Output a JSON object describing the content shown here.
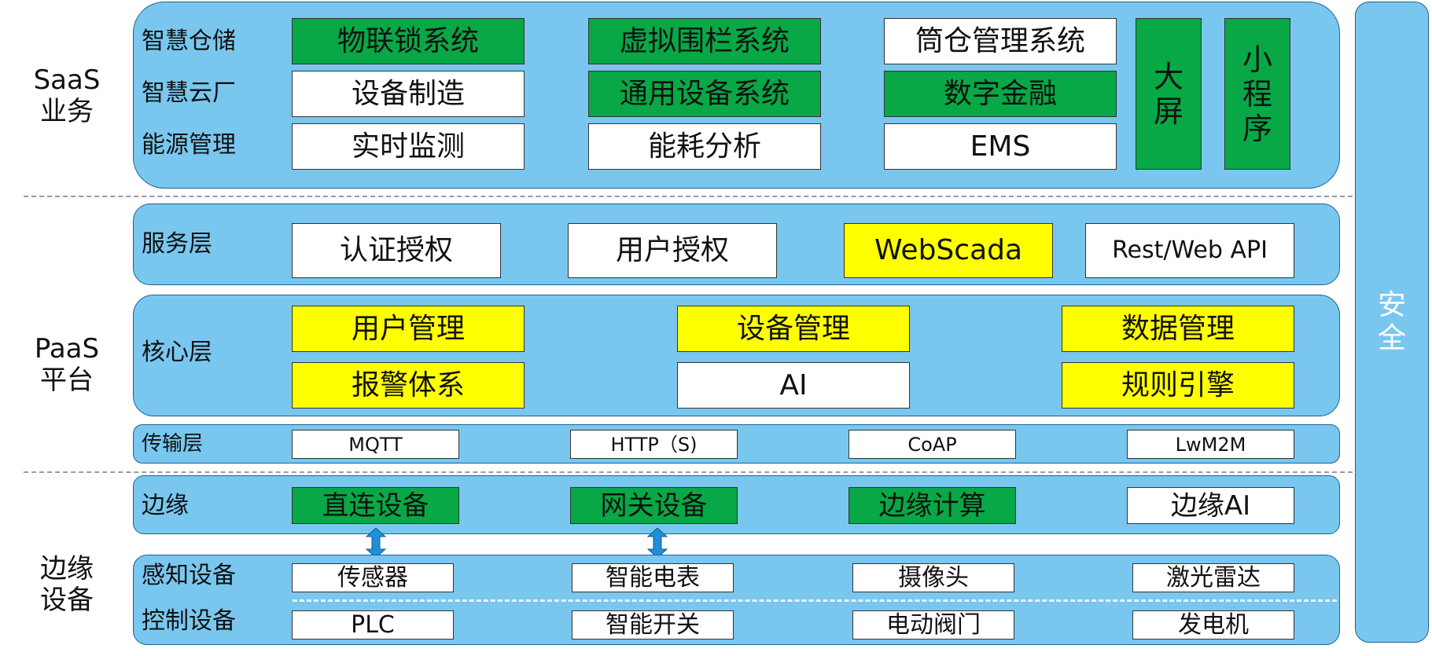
{
  "side_labels": {
    "saas": "SaaS\n业务",
    "paas": "PaaS\n平台",
    "edge": "边缘\n设备"
  },
  "saas": {
    "rows": [
      {
        "label": "智慧仓储",
        "items": [
          "物联锁系统",
          "虚拟围栏系统",
          "筒仓管理系统"
        ]
      },
      {
        "label": "智慧云厂",
        "items": [
          "设备制造",
          "通用设备系统",
          "数字金融"
        ]
      },
      {
        "label": "能源管理",
        "items": [
          "实时监测",
          "能耗分析",
          "EMS"
        ]
      }
    ],
    "big_screen": "大\n屏",
    "mini_program": "小\n程\n序"
  },
  "service_layer": {
    "label": "服务层",
    "items": [
      "认证授权",
      "用户授权",
      "WebScada",
      "Rest/Web API"
    ]
  },
  "core_layer": {
    "label": "核心层",
    "items": [
      "用户管理",
      "设备管理",
      "数据管理",
      "报警体系",
      "AI",
      "规则引擎"
    ]
  },
  "transport_layer": {
    "label": "传输层",
    "items": [
      "MQTT",
      "HTTP（S)",
      "CoAP",
      "LwM2M"
    ]
  },
  "edge_layer": {
    "label": "边缘",
    "items": [
      "直连设备",
      "网关设备",
      "边缘计算",
      "边缘AI"
    ]
  },
  "device_layer": {
    "rows": [
      {
        "label": "感知设备",
        "items": [
          "传感器",
          "智能电表",
          "摄像头",
          "激光雷达"
        ]
      },
      {
        "label": "控制设备",
        "items": [
          "PLC",
          "智能开关",
          "电动阀门",
          "发电机"
        ]
      }
    ]
  },
  "security": "安\n全",
  "colors": {
    "panel": "#79c7ef",
    "panel_border": "#1e6390",
    "green": "#07a845",
    "yellow": "#ffff00",
    "white": "#ffffff",
    "arrow": "#1f8fd6"
  }
}
